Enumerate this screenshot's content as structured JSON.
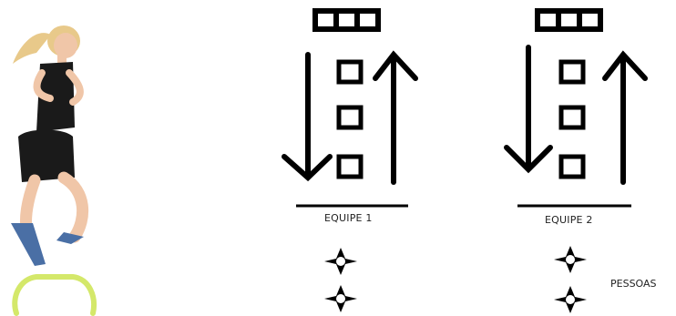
{
  "diagram": {
    "teams": [
      {
        "label": "EQUIPE 1"
      },
      {
        "label": "EQUIPE 2"
      }
    ],
    "people_label": "PESSOAS"
  },
  "icons": {
    "athlete": "jumping-athlete-photo",
    "hurdle": "mini-hurdle-icon",
    "cone": "square-cone-icon",
    "person": "four-point-star-icon"
  },
  "colors": {
    "ink": "#000000",
    "hurdle": "#d4e86a",
    "background": "#ffffff"
  }
}
